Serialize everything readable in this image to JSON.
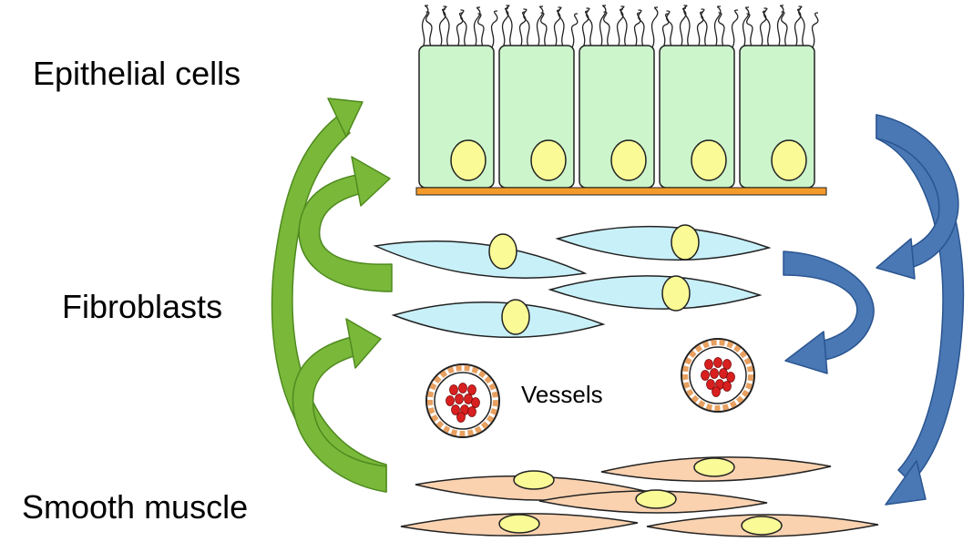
{
  "labels": {
    "epithelial": "Epithelial cells",
    "fibroblasts": "Fibroblasts",
    "smooth_muscle": "Smooth muscle",
    "vessels": "Vessels"
  },
  "colors": {
    "epithelial_fill": "#ccf5cc",
    "nucleus": "#fafa96",
    "basement_membrane": "#f29b2a",
    "fibroblast_fill": "#c8f0f8",
    "smooth_muscle_fill": "#fad2b0",
    "vessel_wall": "#e8a060",
    "red_cell": "#d92020",
    "green_arrow": "#7ab83a",
    "green_arrow_dark": "#4f8a1f",
    "blue_arrow": "#4a78b4",
    "blue_arrow_dark": "#2a5590"
  },
  "icons": [
    "cilia-icon",
    "nucleus-icon",
    "vessel-icon",
    "arrow-icon"
  ]
}
